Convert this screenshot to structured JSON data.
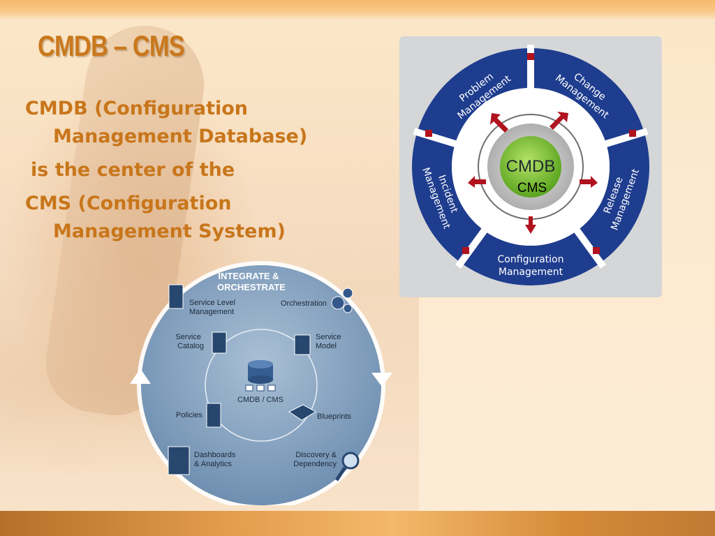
{
  "slide": {
    "title": "CMDB – CMS",
    "bullets": [
      "CMDB (Configuration Management Database)",
      "is the center of the",
      "CMS (Configuration Management System)"
    ]
  },
  "itil_wheel": {
    "center_main": "CMDB",
    "center_sub": "CMS",
    "segments": {
      "problem": [
        "Problem",
        "Management"
      ],
      "change": [
        "Change",
        "Management"
      ],
      "release": [
        "Release",
        "Management"
      ],
      "configuration": [
        "Configuration",
        "Management"
      ],
      "incident": [
        "Incident",
        "Management"
      ]
    }
  },
  "orchestrate_circle": {
    "title_line1": "INTEGRATE &",
    "title_line2": "ORCHESTRATE",
    "center": "CMDB / CMS",
    "items": {
      "slm": [
        "Service Level",
        "Management"
      ],
      "orchestration": "Orchestration",
      "catalog": [
        "Service",
        "Catalog"
      ],
      "model": [
        "Service",
        "Model"
      ],
      "policies": "Policies",
      "blueprints": "Blueprints",
      "dashboards": [
        "Dashboards",
        "& Analytics"
      ],
      "discovery": [
        "Discovery &",
        "Dependency"
      ]
    }
  }
}
